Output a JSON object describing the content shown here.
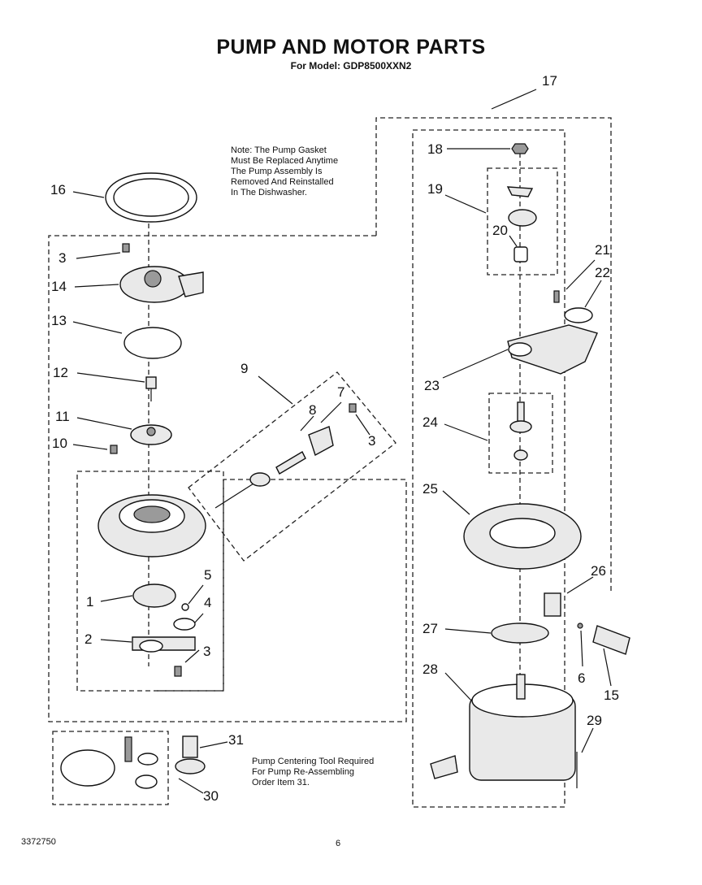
{
  "header": {
    "title": "PUMP AND MOTOR PARTS",
    "subtitle": "For Model: GDP8500XXN2"
  },
  "notes": {
    "gasket_note": [
      "Note: The Pump Gasket",
      "Must Be Replaced Anytime",
      "The Pump Assembly Is",
      "Removed And Reinstalled",
      "In The Dishwasher."
    ],
    "tool_note": [
      "Pump Centering Tool Required",
      "For Pump Re-Assembling",
      "Order Item 31."
    ]
  },
  "callouts": {
    "c1": "1",
    "c2": "2",
    "c3a": "3",
    "c3b": "3",
    "c3c": "3",
    "c4": "4",
    "c5": "5",
    "c6": "6",
    "c7": "7",
    "c8": "8",
    "c9": "9",
    "c10": "10",
    "c11": "11",
    "c12": "12",
    "c13": "13",
    "c14": "14",
    "c15": "15",
    "c16": "16",
    "c17": "17",
    "c18": "18",
    "c19": "19",
    "c20": "20",
    "c21": "21",
    "c22": "22",
    "c23": "23",
    "c24": "24",
    "c25": "25",
    "c26": "26",
    "c27": "27",
    "c28": "28",
    "c29": "29",
    "c30": "30",
    "c31": "31"
  },
  "footer": {
    "doc_number": "3372750",
    "page_number": "6"
  }
}
